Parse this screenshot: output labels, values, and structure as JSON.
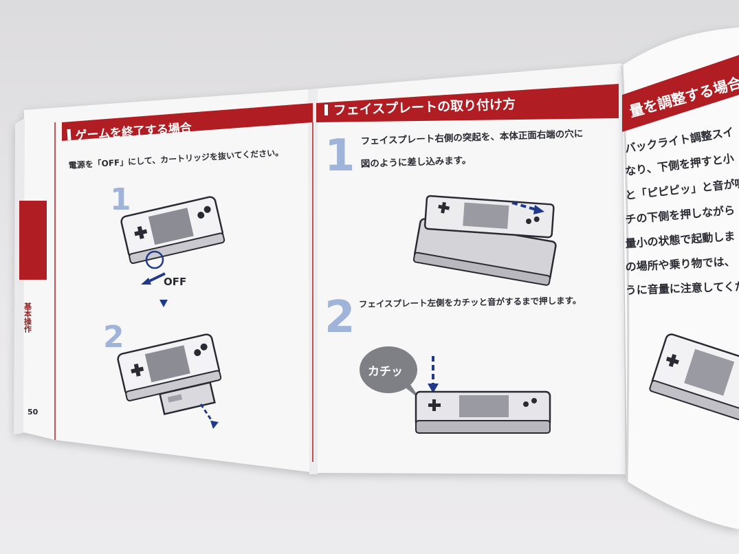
{
  "left_page": {
    "section_title": "ゲームを終了する場合",
    "instruction": "電源を「OFF」にして、カートリッジを抜いてください。",
    "step1_number": "1",
    "off_label": "OFF",
    "step2_number": "2",
    "side_tab": "基本操作",
    "page_number": "50"
  },
  "middle_page": {
    "section_title": "フェイスプレートの取り付け方",
    "step1_number": "1",
    "step1_line1": "フェイスプレート右側の突起を、本体正面右端の穴に",
    "step1_line2": "図のように差し込みます。",
    "step2_number": "2",
    "step2_text": "フェイスプレート左側をカチッと音がするまで押します。",
    "click_sound": "カチッ"
  },
  "right_page": {
    "section_title": "量を調整する場合",
    "lines": [
      "バックライト調整スイ",
      "なり、下側を押すと小",
      "と「ピピピッ」と音が鳴",
      "チの下側を押しながら",
      "量小の状態で起動しま",
      "の場所や乗り物では、",
      "うに音量に注意してくだ"
    ]
  },
  "colors": {
    "banner_red": "#b01e23",
    "text_dark": "#2a2a33",
    "step_blue": "#9fb4d8",
    "arrow_navy": "#1f3a8a"
  }
}
